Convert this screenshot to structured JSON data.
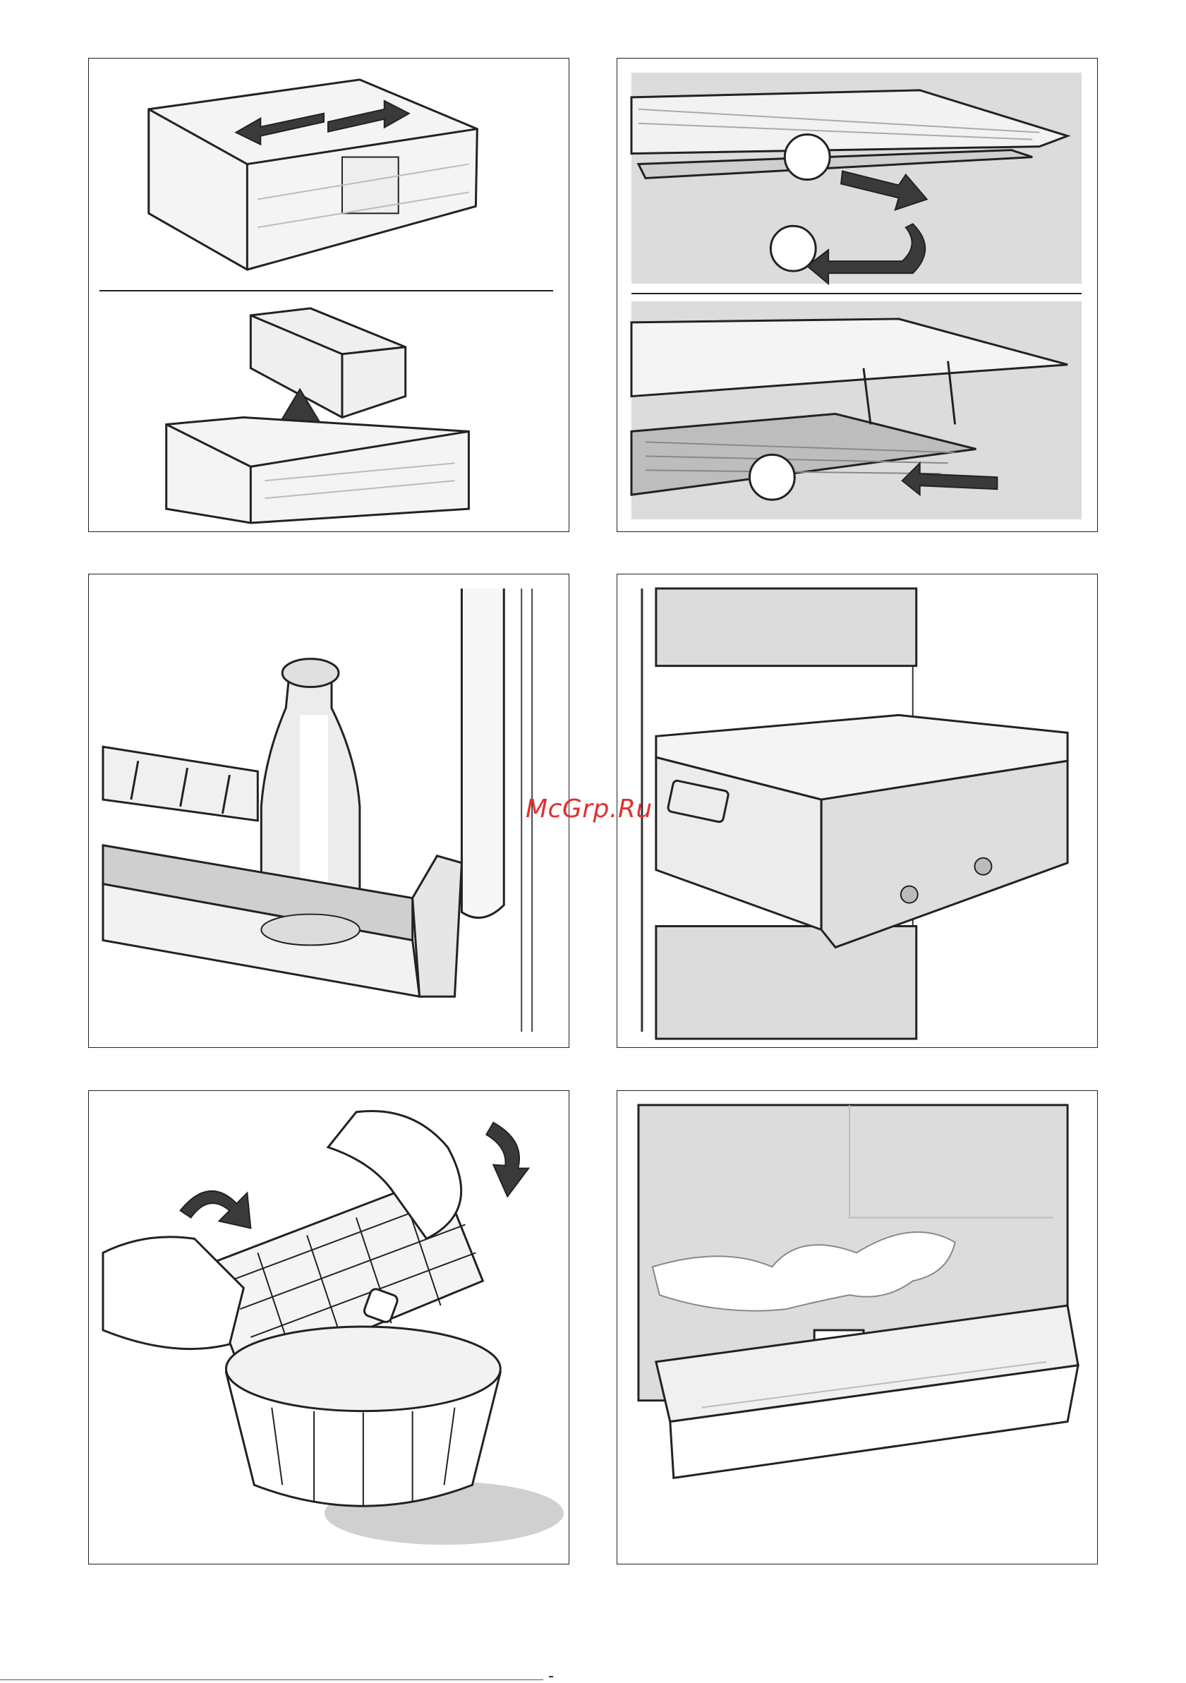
{
  "watermark": "McGrp.Ru",
  "colors": {
    "outline": "#222222",
    "shade": "#d9d9d9",
    "arrow": "#3a3a3a",
    "watermark": "#e03030"
  },
  "panels": [
    {
      "id": "drawer-dividers",
      "icons": [
        "drawer-icon",
        "left-arrow-icon",
        "right-arrow-icon",
        "insert-box-icon",
        "up-arrow-icon"
      ]
    },
    {
      "id": "shelf-adjust",
      "icons": [
        "shelf-icon",
        "step-circle-icon",
        "curved-arrow-icon"
      ]
    },
    {
      "id": "door-bottle-rack",
      "icons": [
        "bottle-icon",
        "door-shelf-icon"
      ]
    },
    {
      "id": "freezer-drawer",
      "icons": [
        "drawer-icon",
        "knob-icon"
      ]
    },
    {
      "id": "ice-cube-tray",
      "icons": [
        "hands-icon",
        "ice-tray-icon",
        "bowl-icon",
        "curved-arrow-icon"
      ]
    },
    {
      "id": "defrost-water",
      "icons": [
        "water-puddle-icon",
        "drain-channel-icon",
        "door-shelf-icon"
      ]
    }
  ]
}
